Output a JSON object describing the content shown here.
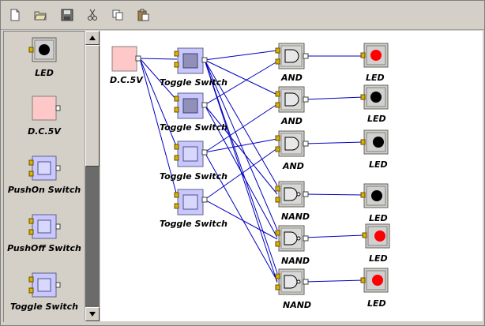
{
  "toolbar": {
    "buttons": [
      {
        "name": "new-file-icon"
      },
      {
        "name": "open-folder-icon"
      },
      {
        "name": "save-icon"
      },
      {
        "name": "cut-icon"
      },
      {
        "name": "copy-icon"
      },
      {
        "name": "paste-icon"
      }
    ]
  },
  "palette": {
    "items": [
      {
        "label": "LED"
      },
      {
        "label": "D.C.5V"
      },
      {
        "label": "PushOn Switch"
      },
      {
        "label": "PushOff Switch"
      },
      {
        "label": "Toggle Switch"
      }
    ]
  },
  "canvas": {
    "dc": {
      "label": "D.C.5V"
    },
    "toggles": [
      {
        "label": "Toggle Switch"
      },
      {
        "label": "Toggle Switch"
      },
      {
        "label": "Toggle Switch"
      },
      {
        "label": "Toggle Switch"
      }
    ],
    "gates": [
      {
        "label": "AND"
      },
      {
        "label": "AND"
      },
      {
        "label": "AND"
      },
      {
        "label": "NAND"
      },
      {
        "label": "NAND"
      },
      {
        "label": "NAND"
      }
    ],
    "leds": [
      {
        "label": "LED",
        "state": "on"
      },
      {
        "label": "LED",
        "state": "off"
      },
      {
        "label": "LED",
        "state": "off"
      },
      {
        "label": "LED",
        "state": "off"
      },
      {
        "label": "LED",
        "state": "on"
      },
      {
        "label": "LED",
        "state": "on"
      }
    ]
  },
  "colors": {
    "wire": "#0000c0",
    "led_on": "#ff0000",
    "led_off": "#000000",
    "dc_fill": "#ffc8c8",
    "switch_fill": "#c8c8ff"
  }
}
